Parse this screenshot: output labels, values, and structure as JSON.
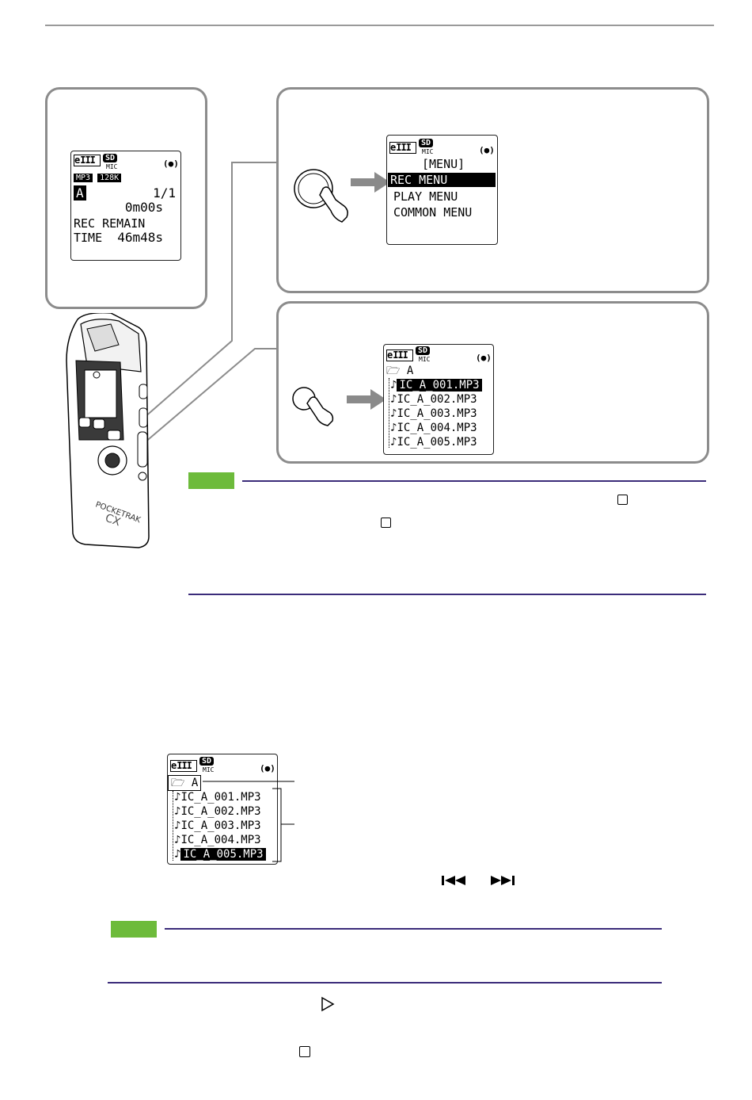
{
  "left_display": {
    "badge_format": "MP3",
    "badge_bitrate": "128K",
    "folder": "A",
    "file_count": "1/1",
    "elapsed": "0m00s",
    "remain_label": "REC REMAIN TIME",
    "remain_value": "46m48s",
    "sd_label": "SD",
    "mic_label": "MIC",
    "battery_label": "e"
  },
  "menu_display": {
    "title": "[MENU]",
    "items": [
      "REC MENU",
      "PLAY MENU",
      "COMMON MENU"
    ],
    "selected": "REC MENU",
    "sd_label": "SD",
    "mic_label": "MIC",
    "battery_label": "e"
  },
  "files_display": {
    "folder": "A",
    "files": [
      "IC_A_001.MP3",
      "IC_A_002.MP3",
      "IC_A_003.MP3",
      "IC_A_004.MP3",
      "IC_A_005.MP3"
    ],
    "selected": "IC_A_001.MP3",
    "sd_label": "SD",
    "mic_label": "MIC",
    "battery_label": "e"
  },
  "bottom_display": {
    "folder": "A",
    "files": [
      "IC_A_001.MP3",
      "IC_A_002.MP3",
      "IC_A_003.MP3",
      "IC_A_004.MP3",
      "IC_A_005.MP3"
    ],
    "selected": "IC_A_005.MP3",
    "sd_label": "SD",
    "mic_label": "MIC",
    "battery_label": "e"
  },
  "device": {
    "brand": "POCKETRAK",
    "model": "CX"
  },
  "icons": [
    "stop-icon",
    "prev-icon",
    "next-icon",
    "play-icon",
    "tip-icon",
    "hand-press-icon"
  ]
}
